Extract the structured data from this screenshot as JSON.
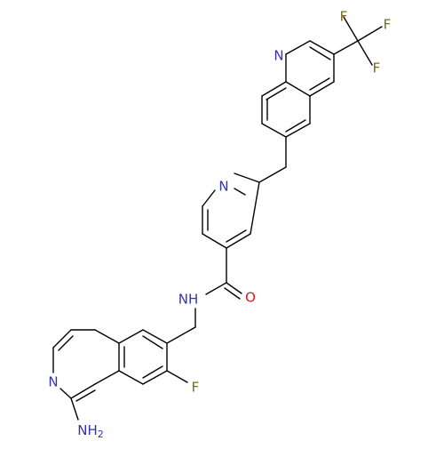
{
  "molecule": {
    "atoms": [
      {
        "id": "F1",
        "label": "F"
      },
      {
        "id": "F2",
        "label": "F"
      },
      {
        "id": "F3",
        "label": "F"
      },
      {
        "id": "N_quinoline",
        "label": "N"
      },
      {
        "id": "N_pyridine",
        "label": "N"
      },
      {
        "id": "N_amide",
        "label": "NH"
      },
      {
        "id": "O_amide",
        "label": "O"
      },
      {
        "id": "N_isoquinoline",
        "label": "N"
      },
      {
        "id": "F_aryl",
        "label": "F"
      },
      {
        "id": "N_amine",
        "label": "NH2"
      }
    ]
  },
  "colors": {
    "bond": "#000000",
    "nitrogen": "#3333aa",
    "oxygen": "#cc2222",
    "fluorine": "#7a6a10",
    "background": "#ffffff"
  }
}
